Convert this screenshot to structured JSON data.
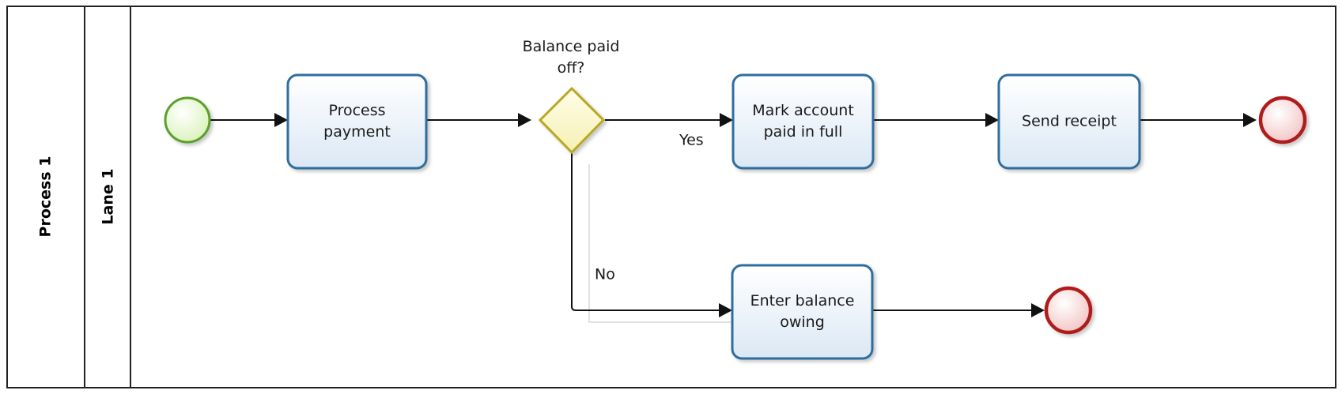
{
  "pool": {
    "title": "Process 1"
  },
  "lane": {
    "title": "Lane 1"
  },
  "tasks": {
    "process_payment": [
      "Process",
      "payment"
    ],
    "mark_account": [
      "Mark account",
      "paid in full"
    ],
    "send_receipt": [
      "Send receipt"
    ],
    "enter_balance": [
      "Enter balance",
      "owing"
    ]
  },
  "gateway": {
    "question": [
      "Balance paid",
      "off?"
    ]
  },
  "flows": {
    "yes_label": "Yes",
    "no_label": "No"
  },
  "colors": {
    "start_event_stroke": "#5aa02c",
    "end_event_stroke": "#b01c1c",
    "gateway_stroke": "#b8a820",
    "task_stroke": "#2f6e9e"
  }
}
